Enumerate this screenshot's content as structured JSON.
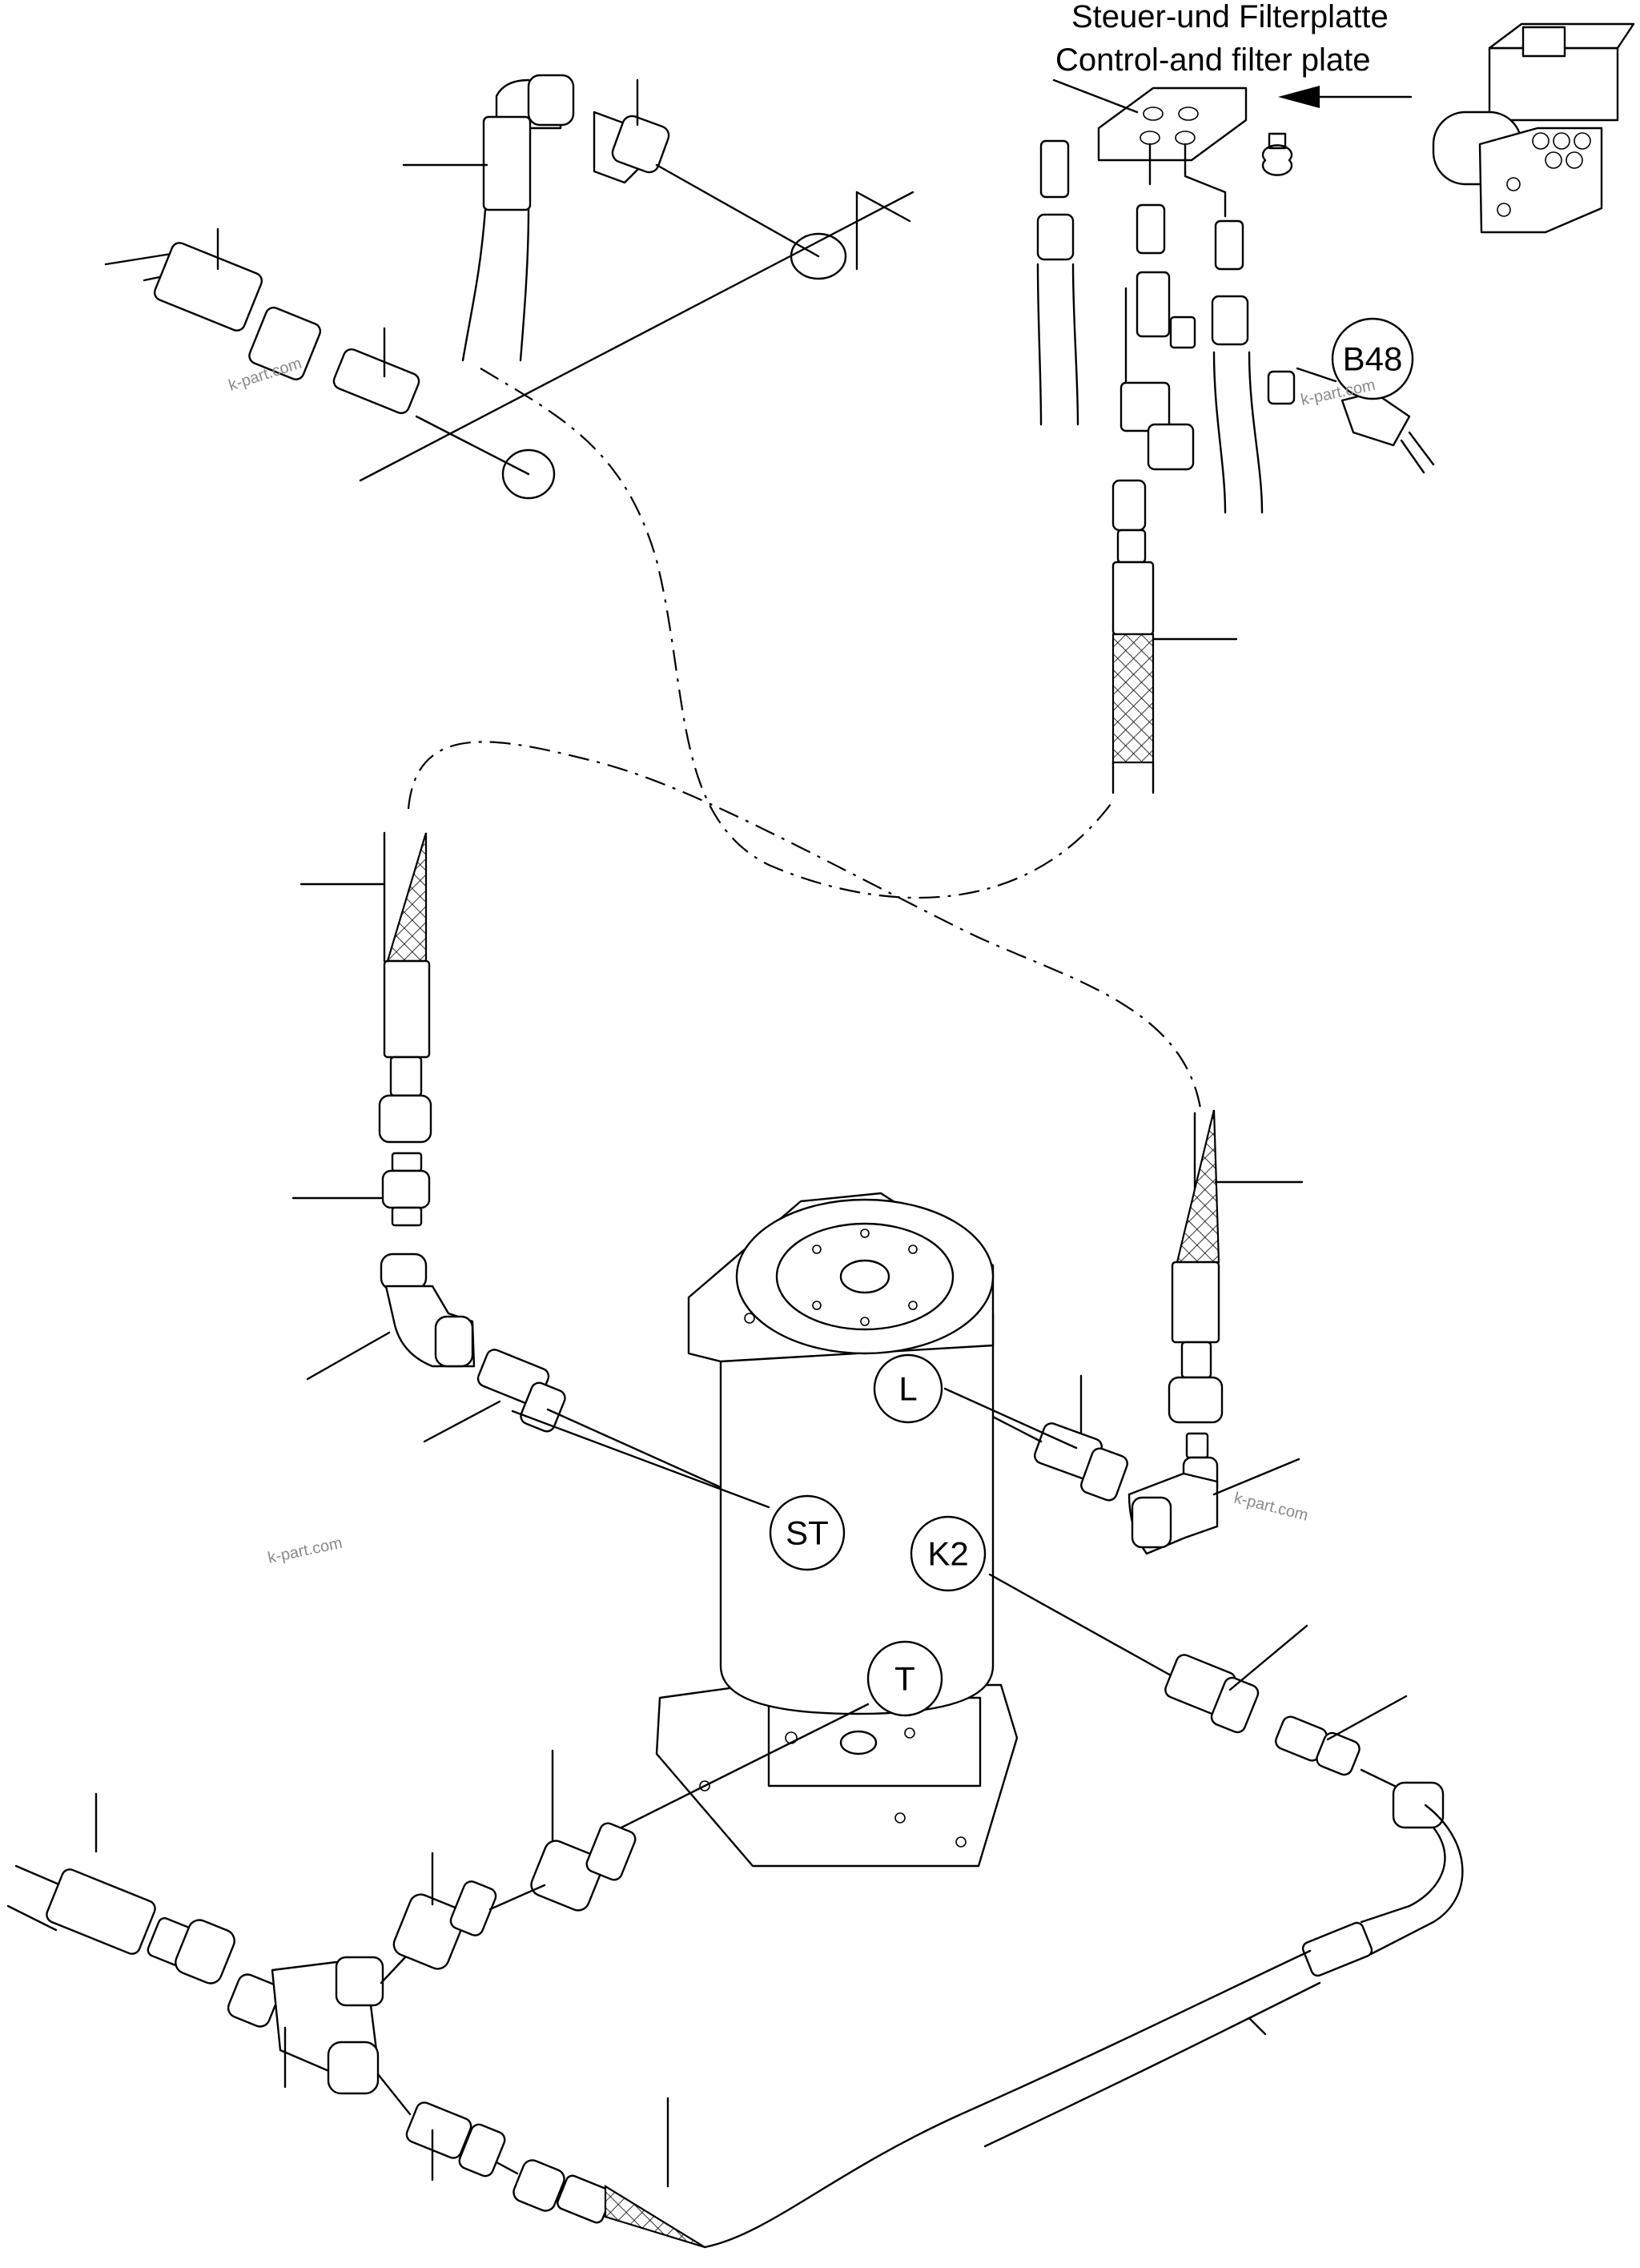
{
  "heading": {
    "line1": "Steuer-und Filterplatte",
    "line2": "Control-and filter plate"
  },
  "ports": {
    "L": "L",
    "ST": "ST",
    "K2": "K2",
    "T": "T",
    "B48": "B48"
  },
  "watermark": "k-part.com"
}
